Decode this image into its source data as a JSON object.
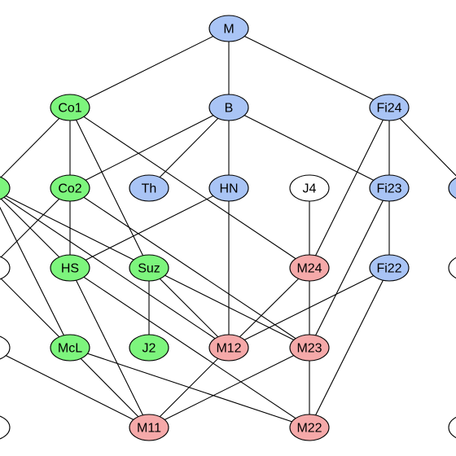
{
  "colors": {
    "blue": "#a9c4f5",
    "green": "#7df57d",
    "red": "#f5a9a9",
    "white": "#ffffff"
  },
  "nodes": [
    {
      "id": "M",
      "label": "M",
      "color": "blue"
    },
    {
      "id": "Co1",
      "label": "Co1",
      "color": "green"
    },
    {
      "id": "B",
      "label": "B",
      "color": "blue"
    },
    {
      "id": "Fi24",
      "label": "Fi24",
      "color": "blue"
    },
    {
      "id": "Co3",
      "label": "",
      "color": "green"
    },
    {
      "id": "Co2",
      "label": "Co2",
      "color": "green"
    },
    {
      "id": "Th",
      "label": "Th",
      "color": "blue"
    },
    {
      "id": "HN",
      "label": "HN",
      "color": "blue"
    },
    {
      "id": "J4",
      "label": "J4",
      "color": "white"
    },
    {
      "id": "Fi23",
      "label": "Fi23",
      "color": "blue"
    },
    {
      "id": "Rblue",
      "label": "",
      "color": "blue"
    },
    {
      "id": "Lw3",
      "label": "",
      "color": "white"
    },
    {
      "id": "HS",
      "label": "HS",
      "color": "green"
    },
    {
      "id": "Suz",
      "label": "Suz",
      "color": "green"
    },
    {
      "id": "M24",
      "label": "M24",
      "color": "red"
    },
    {
      "id": "Fi22",
      "label": "Fi22",
      "color": "blue"
    },
    {
      "id": "Rw3",
      "label": "",
      "color": "white"
    },
    {
      "id": "Lw4",
      "label": "",
      "color": "white"
    },
    {
      "id": "McL",
      "label": "McL",
      "color": "green"
    },
    {
      "id": "J2",
      "label": "J2",
      "color": "green"
    },
    {
      "id": "M12",
      "label": "M12",
      "color": "red"
    },
    {
      "id": "M23",
      "label": "M23",
      "color": "red"
    },
    {
      "id": "Lw5",
      "label": "",
      "color": "white"
    },
    {
      "id": "M11",
      "label": "M11",
      "color": "red"
    },
    {
      "id": "M22",
      "label": "M22",
      "color": "red"
    },
    {
      "id": "Rw5",
      "label": "",
      "color": "white"
    }
  ],
  "edges": [
    [
      "M",
      "Co1"
    ],
    [
      "M",
      "B"
    ],
    [
      "M",
      "Fi24"
    ],
    [
      "Co1",
      "Co3"
    ],
    [
      "Co1",
      "Co2"
    ],
    [
      "Co1",
      "Suz"
    ],
    [
      "Co1",
      "M24"
    ],
    [
      "B",
      "Co2"
    ],
    [
      "B",
      "Th"
    ],
    [
      "B",
      "HN"
    ],
    [
      "B",
      "Fi23"
    ],
    [
      "Fi24",
      "Fi23"
    ],
    [
      "Fi24",
      "M24"
    ],
    [
      "Fi24",
      "Rblue"
    ],
    [
      "Co3",
      "HS"
    ],
    [
      "Co3",
      "McL"
    ],
    [
      "Co3",
      "M12"
    ],
    [
      "Co3",
      "M23"
    ],
    [
      "Co3",
      "Lw4"
    ],
    [
      "Co2",
      "HS"
    ],
    [
      "Co2",
      "M23"
    ],
    [
      "Co2",
      "Lw3"
    ],
    [
      "HN",
      "HS"
    ],
    [
      "HN",
      "M12"
    ],
    [
      "J4",
      "M24"
    ],
    [
      "Fi23",
      "Fi22"
    ],
    [
      "Fi23",
      "M23"
    ],
    [
      "Lw3",
      "McL"
    ],
    [
      "HS",
      "M11"
    ],
    [
      "HS",
      "M22"
    ],
    [
      "Suz",
      "J2"
    ],
    [
      "Suz",
      "M12"
    ],
    [
      "M24",
      "M12"
    ],
    [
      "M24",
      "M23"
    ],
    [
      "Fi22",
      "M12"
    ],
    [
      "Fi22",
      "M22"
    ],
    [
      "Lw4",
      "M11"
    ],
    [
      "McL",
      "M11"
    ],
    [
      "McL",
      "M22"
    ],
    [
      "M12",
      "M11"
    ],
    [
      "M23",
      "M11"
    ],
    [
      "M23",
      "M22"
    ]
  ]
}
